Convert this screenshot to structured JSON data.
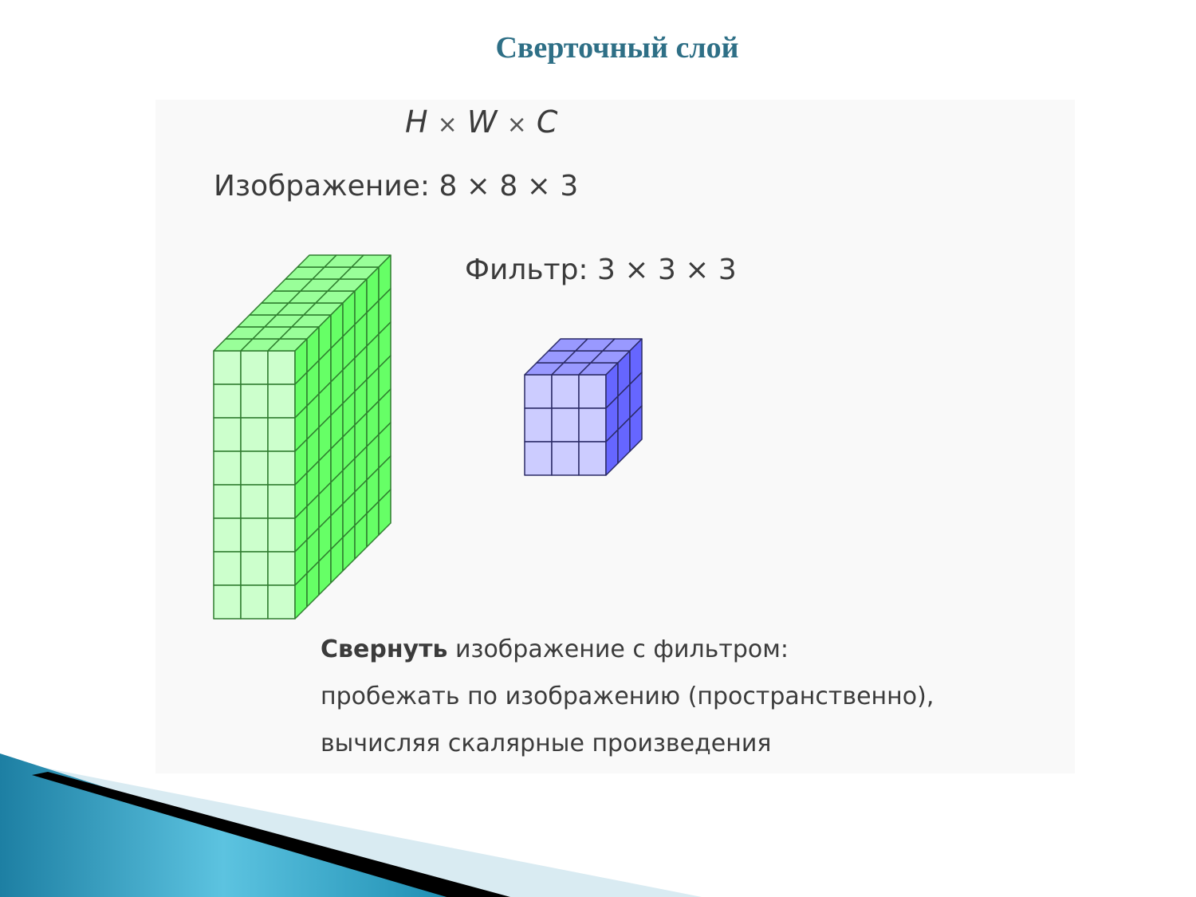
{
  "slide": {
    "title": "Сверточный слой"
  },
  "panel": {
    "formula": {
      "h": "H",
      "w": "W",
      "c": "C",
      "op": "×"
    },
    "image_label": "Изображение: 8 × 8 × 3",
    "filter_label": "Фильтр: 3 × 3 × 3",
    "description": {
      "bold": "Свернуть",
      "line1_rest": " изображение с фильтром:",
      "line2": "пробежать по изображению (пространственно),",
      "line3": "вычисляя скалярные произведения"
    }
  },
  "volumes": {
    "image": {
      "height": 8,
      "width": 3,
      "depth": 8,
      "front": "#ccffcc",
      "top": "#99ff99",
      "side": "#66ff66",
      "stroke": "#2e7d2e"
    },
    "filter": {
      "height": 3,
      "width": 3,
      "depth": 3,
      "front": "#ccccff",
      "top": "#9999ff",
      "side": "#6666ff",
      "stroke": "#2a2a66"
    }
  },
  "colors": {
    "title": "#2e6f86",
    "panel_bg": "#f9f9f9",
    "deco_teal": "#1f8fb3",
    "deco_light": "#d9ebf2",
    "deco_dark": "#000000"
  }
}
